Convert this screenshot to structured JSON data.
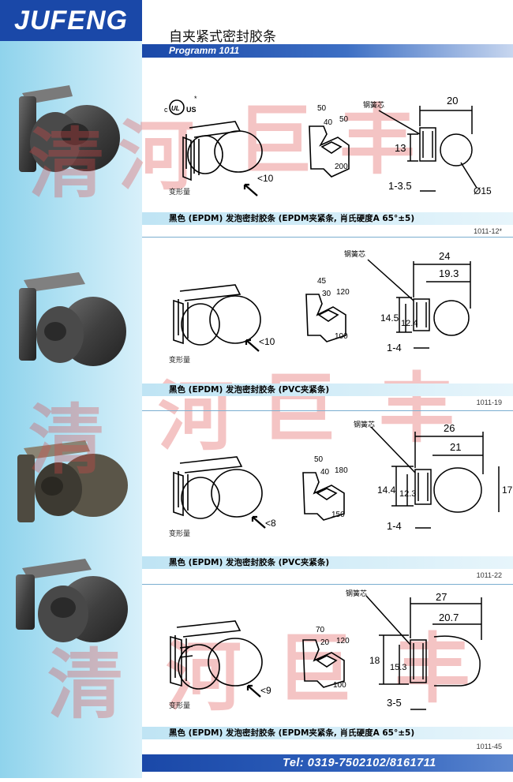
{
  "brand": "JUFENG",
  "page_title": "自夹紧式密封胶条",
  "program": "Programm 1011",
  "ul_mark": {
    "c": "c",
    "us": "US",
    "star": "*"
  },
  "deform_label": "变形量",
  "steel_core_label": "钢簧芯",
  "sections": [
    {
      "code": "1011-12*",
      "caption": "黑色 (EPDM) 发泡密封胶条 (EPDM夹紧条, 肖氏硬度A 65°±5)",
      "deform": "<10",
      "profile": [
        "50",
        "40",
        "50",
        "200"
      ],
      "dims": [
        "20",
        "13",
        "1-3.5",
        "Ø15"
      ]
    },
    {
      "code": "1011-19",
      "caption": "黑色 (EPDM) 发泡密封胶条 (PVC夹紧条)",
      "deform": "<10",
      "profile": [
        "45",
        "30",
        "120",
        "100"
      ],
      "dims": [
        "24",
        "19.3",
        "14.5",
        "12.4",
        "1-4"
      ]
    },
    {
      "code": "1011-22",
      "caption": "黑色 (EPDM) 发泡密封胶条 (PVC夹紧条)",
      "deform": "<8",
      "profile": [
        "50",
        "40",
        "180",
        "150"
      ],
      "dims": [
        "26",
        "21",
        "14.4",
        "12.3",
        "17",
        "1-4"
      ]
    },
    {
      "code": "1011-45",
      "caption": "黑色 (EPDM) 发泡密封胶条 (EPDM夹紧条, 肖氏硬度A 65°±5)",
      "deform": "<9",
      "profile": [
        "70",
        "20",
        "120",
        "100"
      ],
      "dims": [
        "27",
        "20.7",
        "18",
        "15.3",
        "3-5"
      ]
    }
  ],
  "tel": "Tel:  0319-7502102/8161711",
  "watermark": [
    "清",
    "河",
    "巨",
    "丰"
  ]
}
